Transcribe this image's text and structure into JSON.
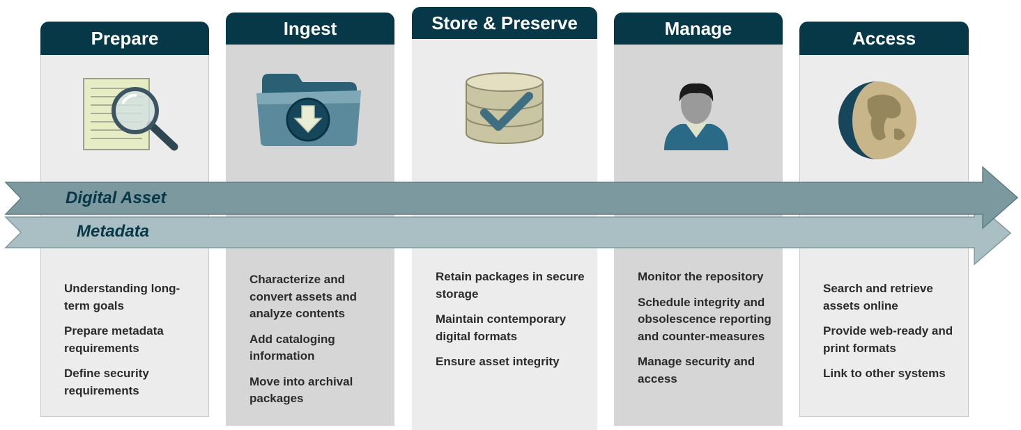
{
  "stages": [
    {
      "title": "Prepare",
      "items": [
        "Understanding long-term goals",
        "Prepare metadata requirements",
        "Define  security requirements"
      ]
    },
    {
      "title": "Ingest",
      "items": [
        "Characterize and convert assets and analyze contents",
        "Add cataloging information",
        "Move into archival packages"
      ]
    },
    {
      "title": "Store & Preserve",
      "items": [
        "Retain packages in secure storage",
        "Maintain contemporary digital formats",
        "Ensure asset integrity"
      ]
    },
    {
      "title": "Manage",
      "items": [
        "Monitor the repository",
        "Schedule integrity and obsolescence reporting and counter-measures",
        "Manage security and access"
      ]
    },
    {
      "title": "Access",
      "items": [
        "Search and retrieve assets online",
        "Provide web-ready and print formats",
        "Link to other systems"
      ]
    }
  ],
  "bands": {
    "asset": {
      "label": "Digital Asset",
      "color": "#7c999f"
    },
    "metadata": {
      "label": "Metadata",
      "color": "#a9bfc4"
    }
  },
  "icons": [
    "document-magnifier-icon",
    "folder-download-icon",
    "database-check-icon",
    "user-icon",
    "globe-icon"
  ],
  "colors": {
    "tab": "#073848",
    "panel_light": "#ececec",
    "panel_dark": "#d6d6d6"
  }
}
